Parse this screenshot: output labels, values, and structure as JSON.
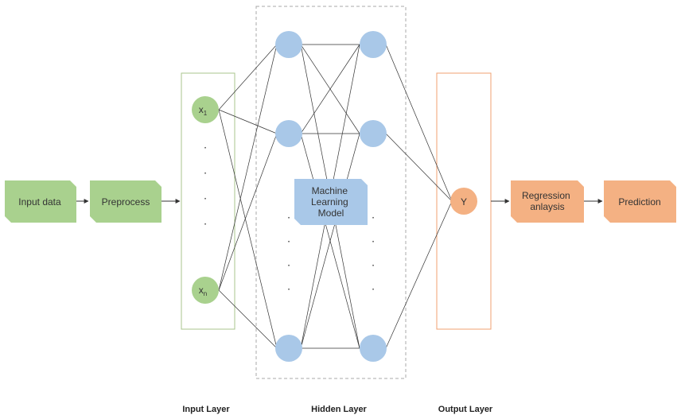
{
  "boxes": {
    "input_data": "Input data",
    "preprocess": "Preprocess",
    "ml_model": [
      "Machine",
      "Learning",
      "Model"
    ],
    "regression": [
      "Regression",
      "anlaysis"
    ],
    "prediction": "Prediction"
  },
  "nodes": {
    "x1": "x",
    "x1_sub": "1",
    "xn": "x",
    "xn_sub": "n",
    "y": "Y"
  },
  "layers": {
    "input": "Input Layer",
    "hidden": "Hidden Layer",
    "output": "Output Layer"
  },
  "ellipsis": "·",
  "colors": {
    "green_fill": "#a9d18e",
    "green_border": "#a9c58e",
    "blue_fill": "#a9c8e8",
    "orange_fill": "#f4b183",
    "orange_border": "#f0a070",
    "line": "#333333"
  }
}
